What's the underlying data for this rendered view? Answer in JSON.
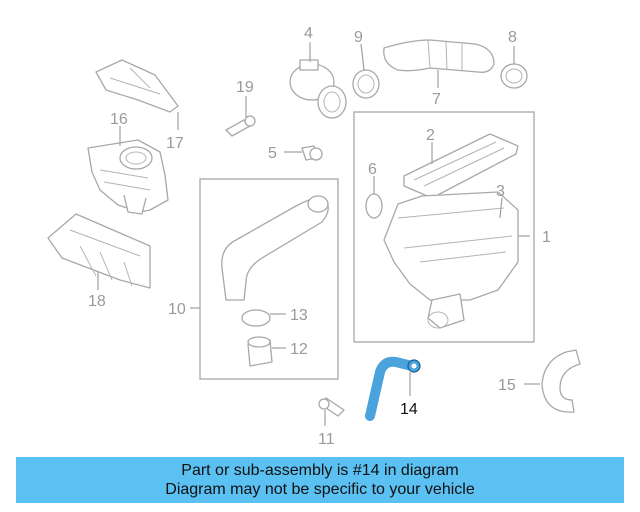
{
  "diagram": {
    "highlight_color": "#4aa3dc",
    "highlighted_part": "14",
    "callouts": [
      "1",
      "2",
      "3",
      "4",
      "5",
      "6",
      "7",
      "8",
      "9",
      "10",
      "11",
      "12",
      "13",
      "14",
      "15",
      "16",
      "17",
      "18",
      "19"
    ]
  },
  "banner": {
    "line1": "Part or sub-assembly is #14 in diagram",
    "line2": "Diagram may not be specific to your vehicle",
    "background": "#5bc0f2"
  }
}
